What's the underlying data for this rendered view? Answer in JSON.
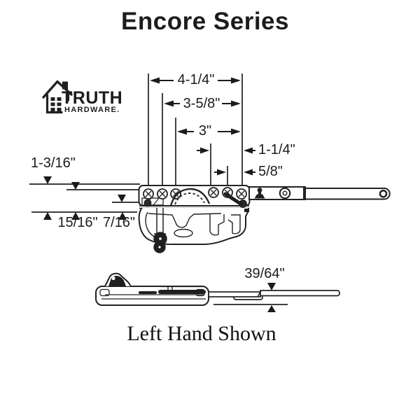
{
  "page": {
    "background": "#ffffff",
    "ink": "#1b1b1b"
  },
  "header": {
    "title": "Encore Series"
  },
  "logo": {
    "icon": "house-icon",
    "name": "TRUTH",
    "sub": "HARDWARE."
  },
  "dims": {
    "overall": "4-1/4\"",
    "mounting": "3-5/8\"",
    "inner": "3\"",
    "offset_right": "1-1/4\"",
    "offset_end": "5/8\"",
    "height_total": "1-3/16\"",
    "height_mid": "15/16\"",
    "height_small": "7/16\"",
    "arm_offset": "39/64\""
  },
  "caption": {
    "text": "Left Hand Shown"
  }
}
